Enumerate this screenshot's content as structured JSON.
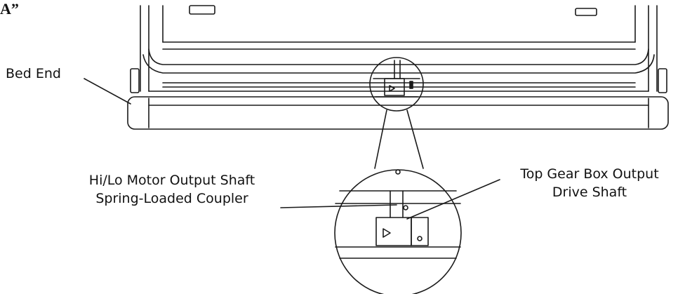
{
  "figure": {
    "title_fragment": "A”",
    "labels": {
      "bed_end": "Bed End",
      "motor_shaft_line1": "Hi/Lo Motor Output Shaft",
      "motor_shaft_line2": "Spring-Loaded Coupler",
      "gearbox_line1": "Top Gear Box Output",
      "gearbox_line2": "Drive Shaft"
    }
  }
}
